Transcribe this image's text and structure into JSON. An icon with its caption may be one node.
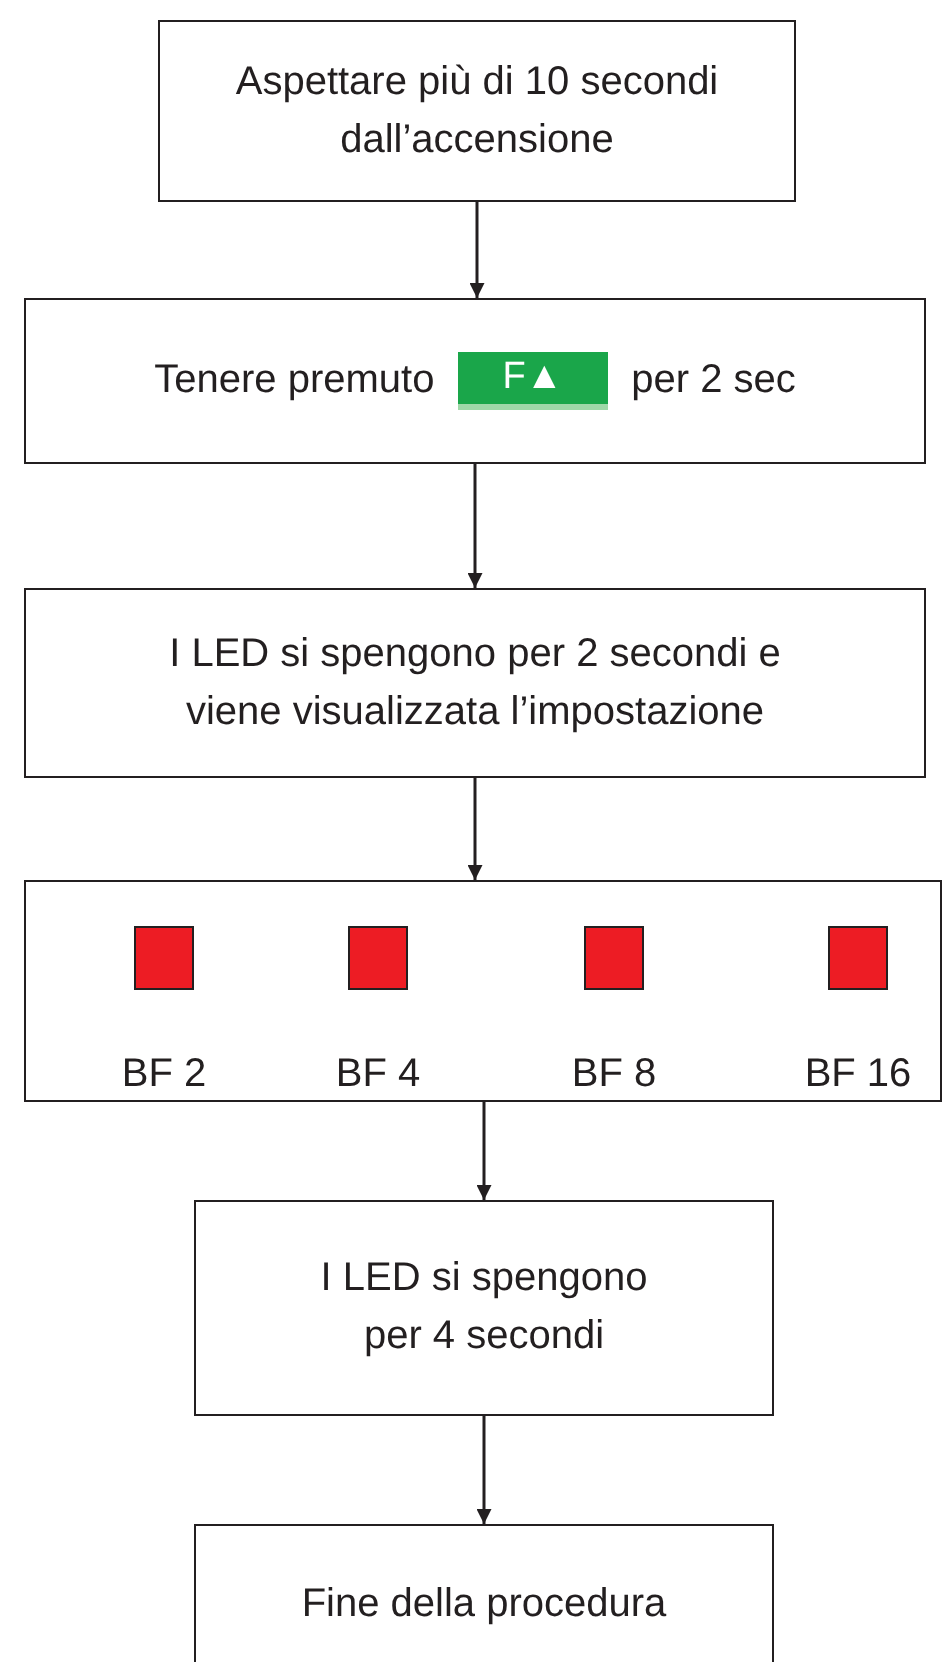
{
  "diagram": {
    "nodes": [
      {
        "text": [
          "Aspettare più di 10 secondi dall’accensione"
        ]
      },
      {
        "text": [
          "Tenere premuto",
          "F▲",
          "per 2 sec"
        ]
      },
      {
        "text": [
          "I LED si spengono per 2 secondi e viene visualizzata l’impostazione"
        ]
      },
      {
        "text": [],
        "shape": "box"
      },
      {
        "text": [
          "BF 2"
        ],
        "in": 3
      },
      {
        "text": [
          "BF 4"
        ],
        "in": 3
      },
      {
        "text": [
          "BF 8"
        ],
        "in": 3
      },
      {
        "text": [
          "BF 16"
        ],
        "in": 3
      },
      {
        "text": [
          "I LED si spengono per 4 secondi"
        ]
      },
      {
        "text": [
          "Fine della procedura"
        ]
      }
    ],
    "edges": [
      {
        "from": 0,
        "to": 1,
        "arrow": "to"
      },
      {
        "from": 1,
        "to": 2,
        "arrow": "to"
      },
      {
        "from": 2,
        "to": 3,
        "arrow": "to"
      },
      {
        "from": 3,
        "to": 8,
        "arrow": "to"
      },
      {
        "from": 8,
        "to": 9,
        "arrow": "to"
      }
    ]
  }
}
